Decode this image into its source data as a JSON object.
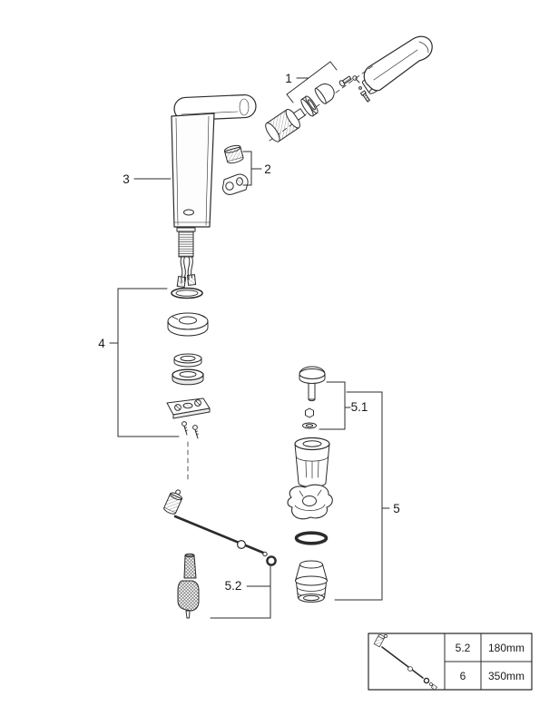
{
  "colors": {
    "ink": "#2b2b2b",
    "background": "#ffffff"
  },
  "callouts": {
    "c1": "1",
    "c2": "2",
    "c3": "3",
    "c4": "4",
    "c5": "5",
    "c5_1": "5.1",
    "c5_2": "5.2"
  },
  "table": {
    "rows": [
      {
        "ref": "5.2",
        "value": "180mm"
      },
      {
        "ref": "6",
        "value": "350mm"
      }
    ]
  }
}
